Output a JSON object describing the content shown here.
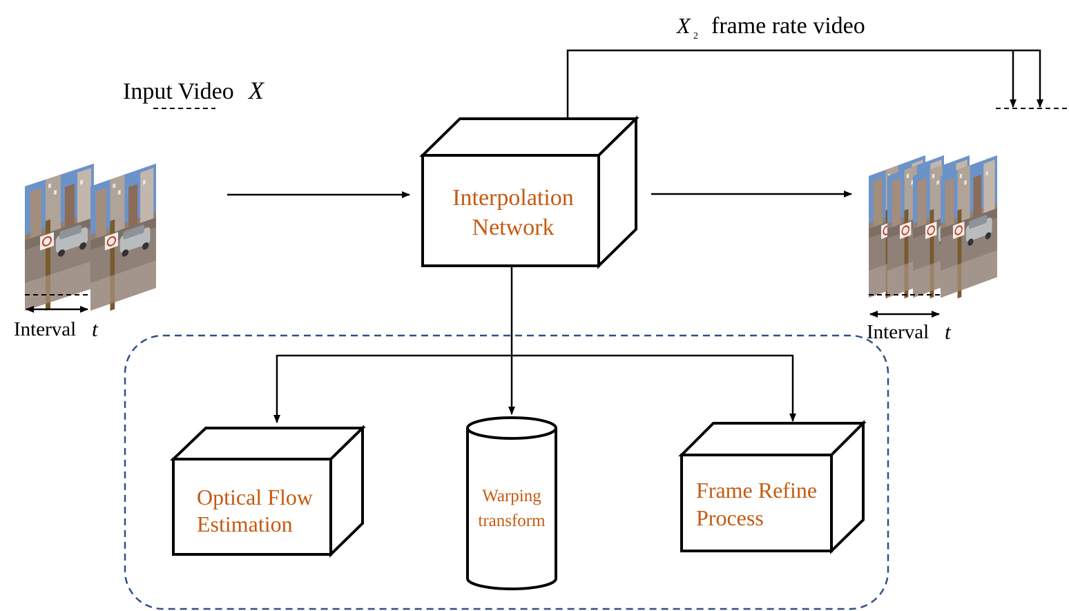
{
  "colors": {
    "accent": "#c55a11",
    "line": "#000000",
    "dashed_region": "#2f4f8a",
    "sky": "#6b93c9",
    "building": "#a38d7c",
    "street": "#8f8177",
    "pole": "#7a5a2e"
  },
  "input": {
    "title": "Input Video",
    "title_var": "X",
    "interval_label": "Interval",
    "interval_var": "t"
  },
  "top": {
    "label_var": "X",
    "label_sub": "2",
    "label_rest": "frame rate video"
  },
  "network": {
    "line1": "Interpolation",
    "line2": "Network"
  },
  "output": {
    "interval_label": "Interval",
    "interval_var": "t"
  },
  "modules": {
    "optical_flow": {
      "line1": "Optical Flow",
      "line2": "Estimation"
    },
    "warping": {
      "line1": "Warping",
      "line2": "transform"
    },
    "refine": {
      "line1": "Frame Refine",
      "line2": "Process"
    }
  }
}
